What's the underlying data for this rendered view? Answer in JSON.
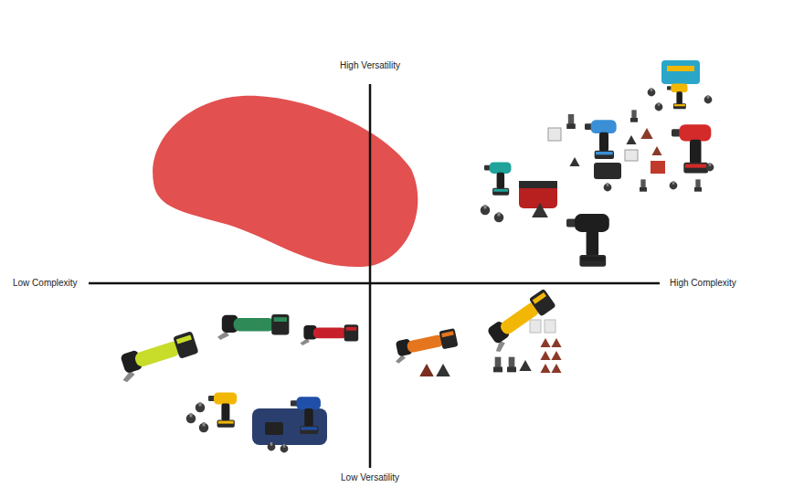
{
  "diagram": {
    "labels": [
      "High Versatility",
      "Low Complexity",
      "High Complexity",
      "Low Versatility"
    ]
  }
}
